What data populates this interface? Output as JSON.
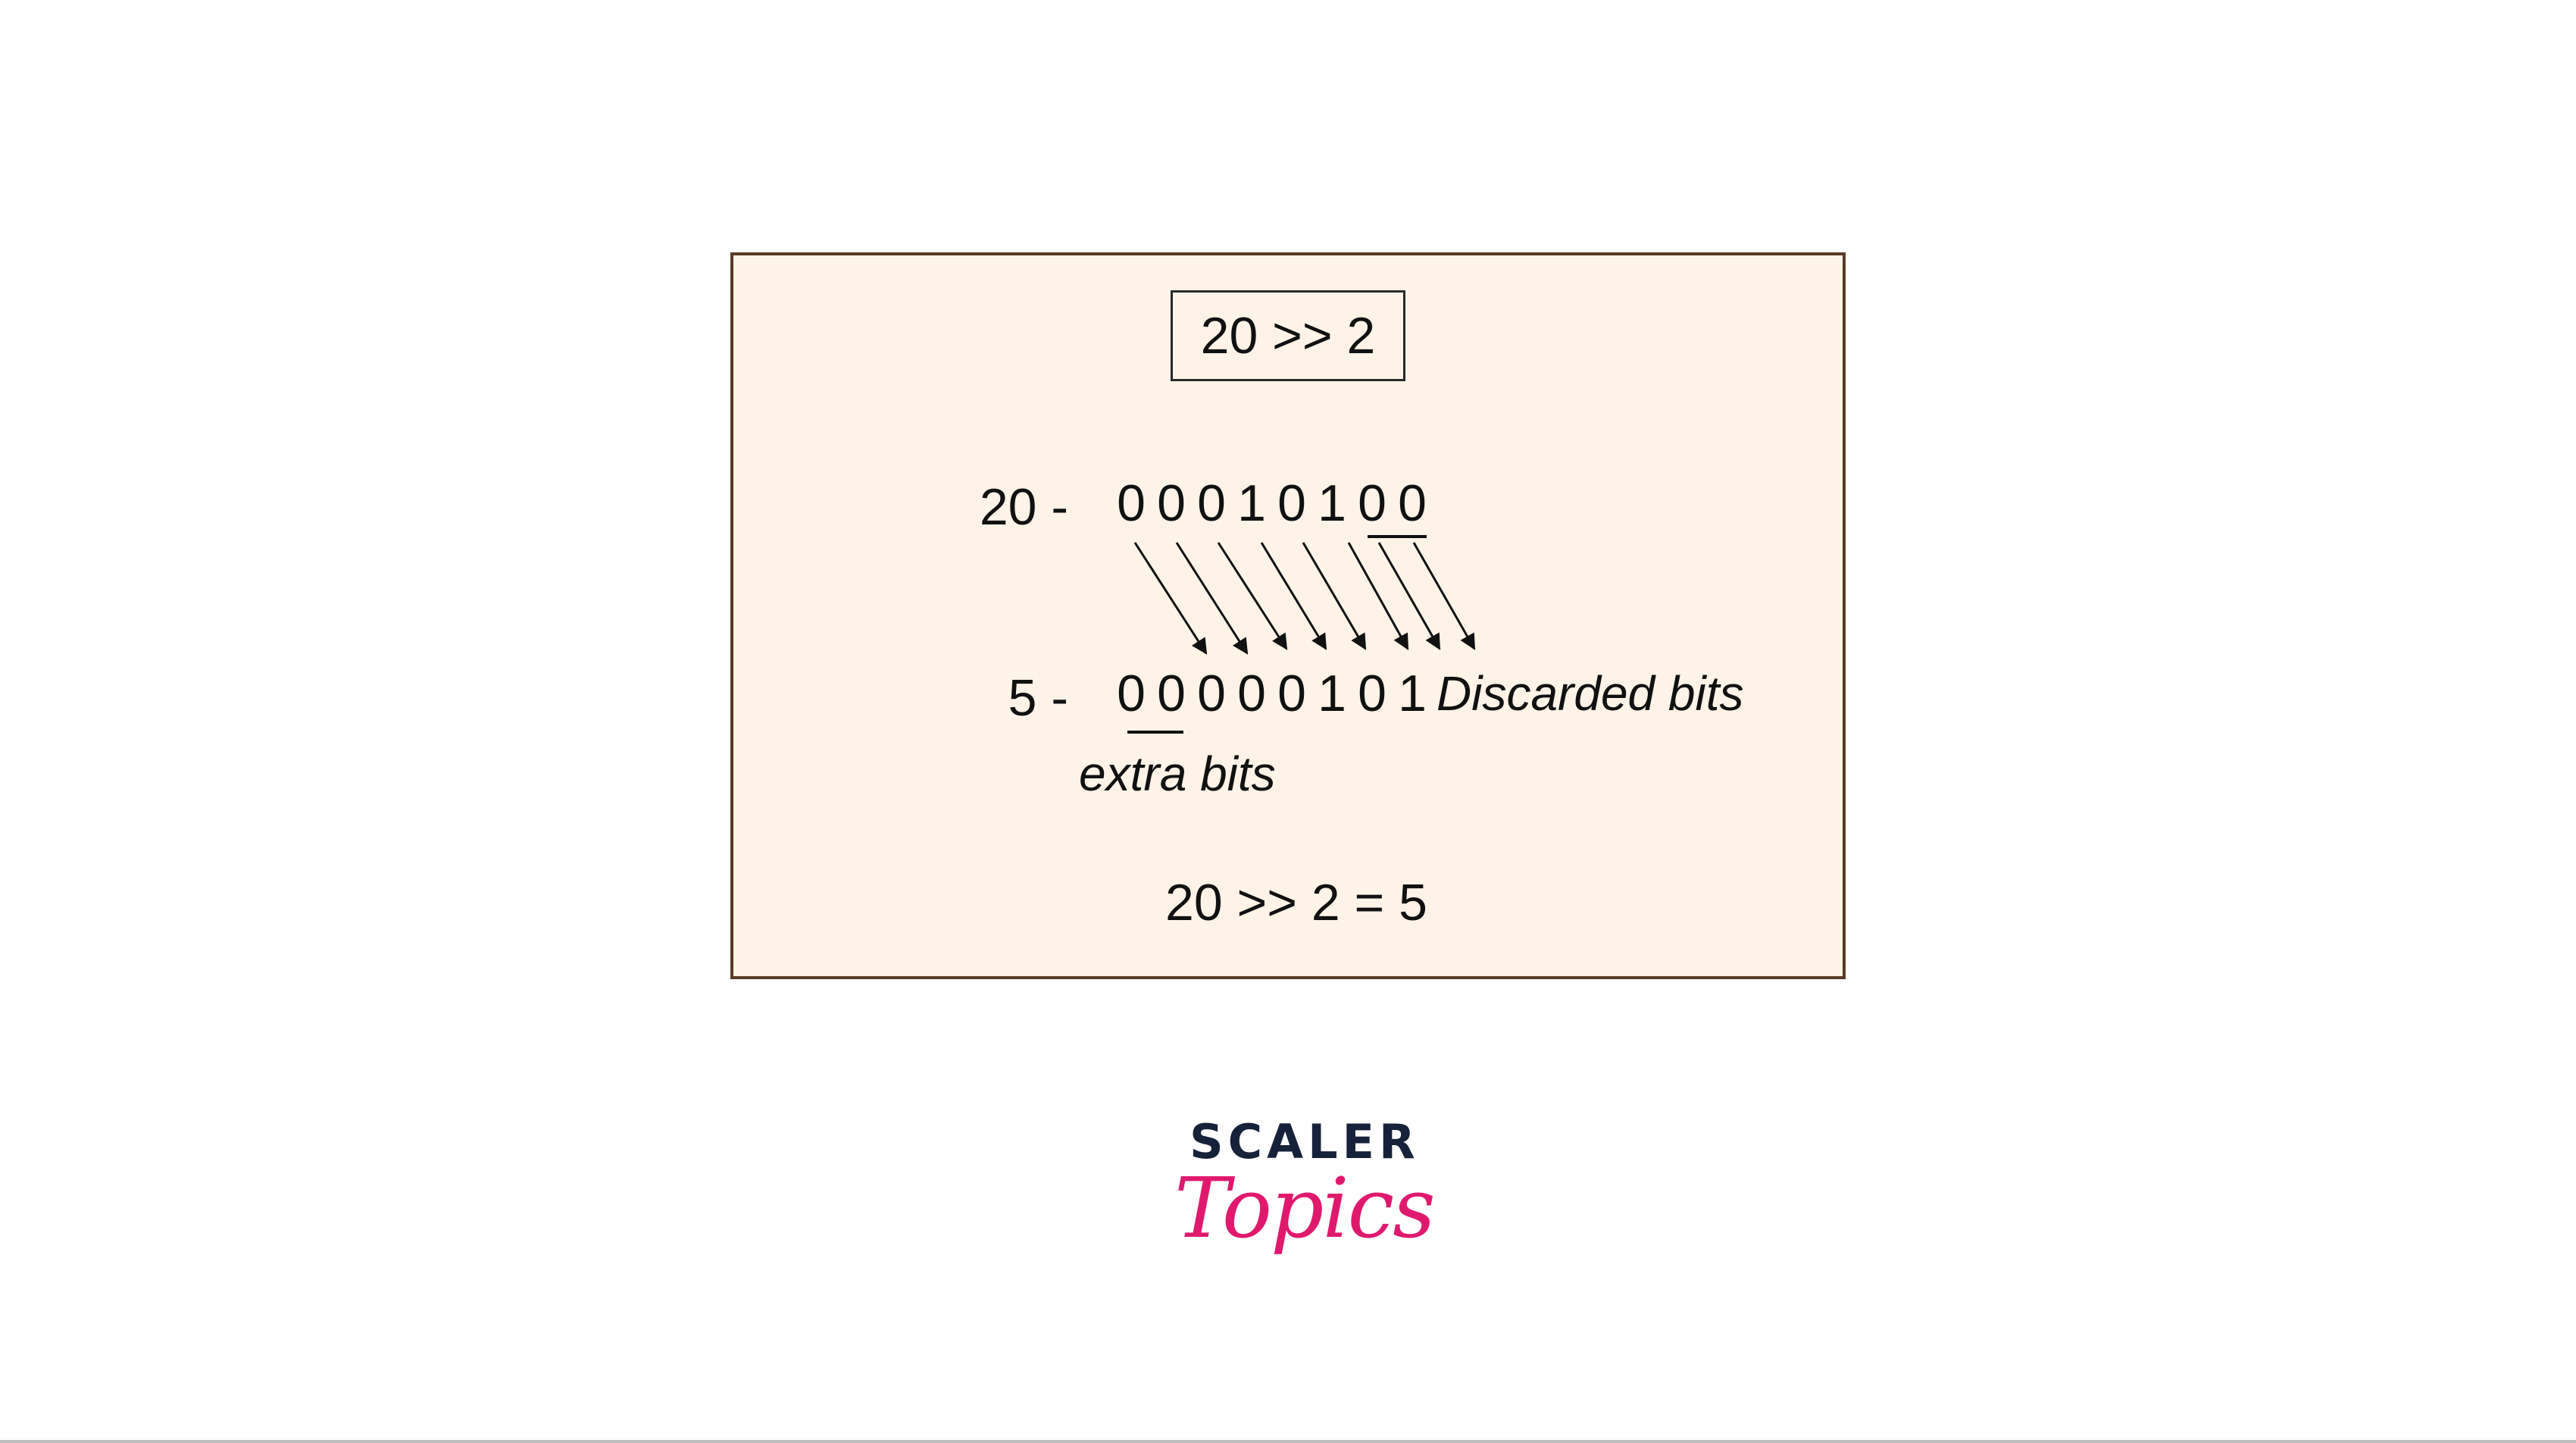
{
  "title": "20 >> 2",
  "row_top": {
    "label": "20 -",
    "bits": [
      "0",
      "0",
      "0",
      "1",
      "0",
      "1",
      "0",
      "0"
    ]
  },
  "row_bottom": {
    "label": "5 -",
    "bits": [
      "0",
      "0",
      "0",
      "0",
      "0",
      "1",
      "0",
      "1"
    ],
    "right_annotation": "Discarded bits"
  },
  "extra_bits_label": "extra bits",
  "result": "20 >> 2 = 5",
  "logo": {
    "word1": "SCALER",
    "word2": "Topics"
  },
  "colors": {
    "panel_bg": "#fdf3e6",
    "panel_border": "#5a3a26",
    "logo_dark": "#16223a",
    "logo_pink": "#e0196e"
  }
}
